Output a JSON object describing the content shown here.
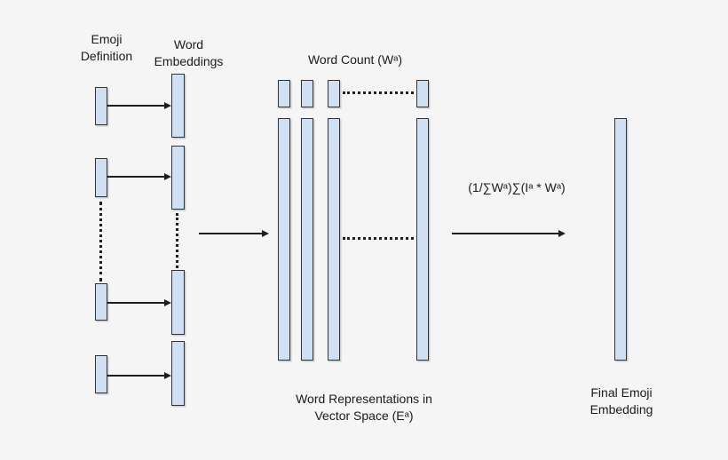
{
  "diagram": {
    "labels": {
      "emoji_definition": "Emoji\nDefinition",
      "word_embeddings": "Word\nEmbeddings",
      "word_count": "Word Count (Wᵃ)",
      "formula": "(1/∑Wᵃ)∑(Iᵃ * Wᵃ)",
      "vector_space": "Word Representations in\nVector Space (Eᵃ)",
      "final_embedding": "Final Emoji\nEmbedding"
    },
    "colors": {
      "background": "#f5f5f5",
      "box_fill": "#cfe0f2",
      "box_border": "#333333",
      "line": "#1f1f1f",
      "text": "#1a1a1a"
    }
  }
}
